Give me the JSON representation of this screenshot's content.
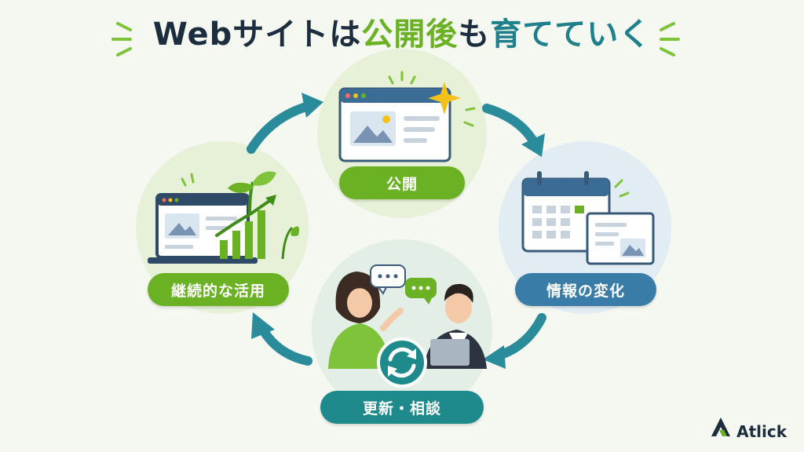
{
  "title": {
    "part1": "Webサイトは",
    "part2": "公開後",
    "part3": "も",
    "part4": "育てていく"
  },
  "stages": {
    "publish": "公開",
    "info_change": "情報の変化",
    "update_consult": "更新・相談",
    "continuous_use": "継続的な活用"
  },
  "brand": {
    "name": "Atlick"
  },
  "icons": {
    "speech": "•••"
  },
  "colors": {
    "green": "#6ab124",
    "blue": "#3a7ca8",
    "teal": "#1f8a8c",
    "navy": "#1b2d3e",
    "sparkle": "#f2c21b"
  }
}
